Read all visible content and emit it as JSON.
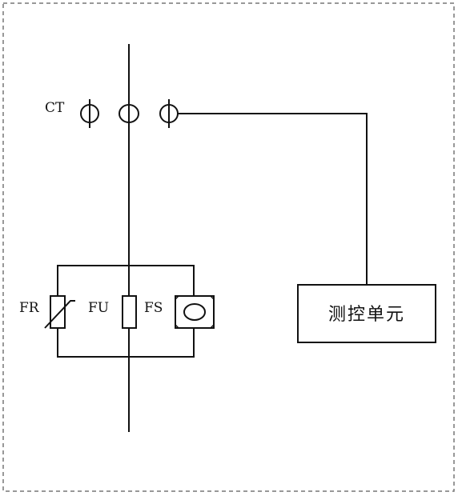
{
  "labels": {
    "ct": "CT",
    "fr": "FR",
    "fu": "FU",
    "fs": "FS",
    "control_unit": "测控单元"
  },
  "colors": {
    "stroke": "#111111",
    "border": "#777777",
    "background": "#ffffff"
  }
}
